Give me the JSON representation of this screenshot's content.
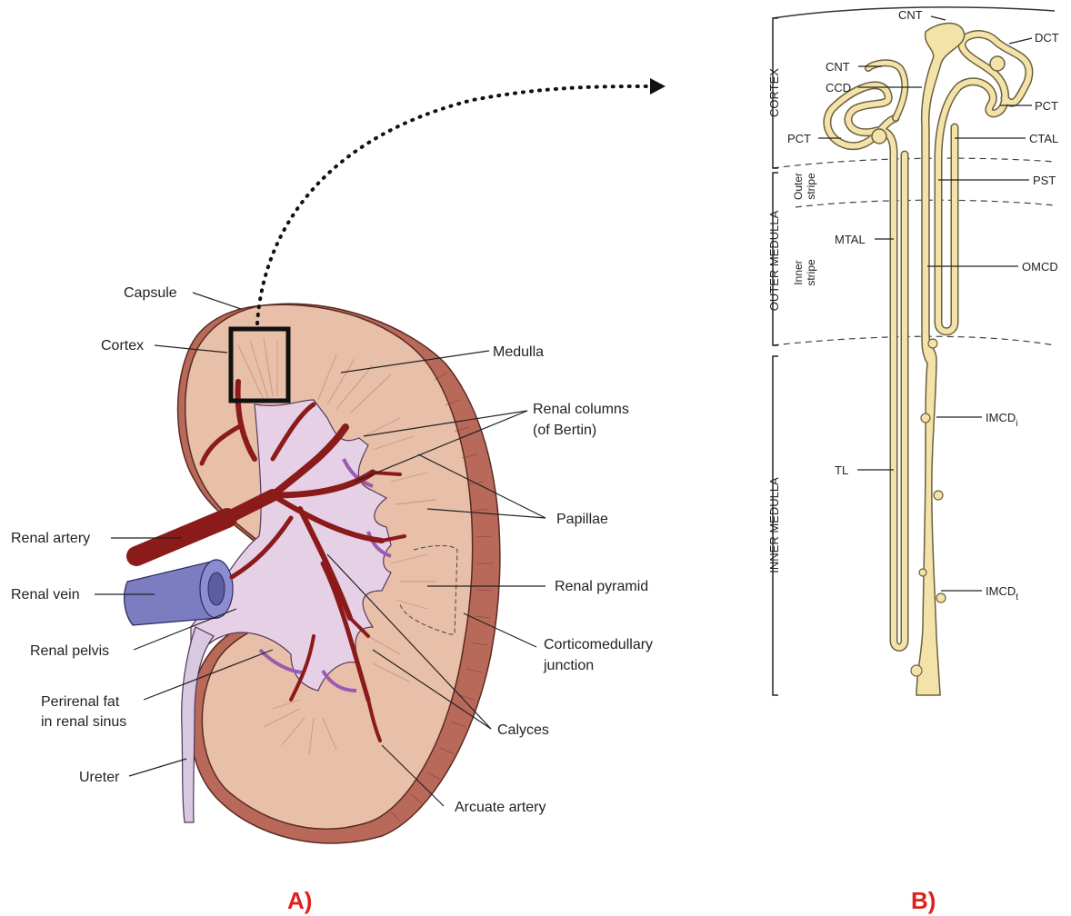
{
  "panel_a": {
    "panel_label": "A)",
    "labels": {
      "capsule": "Capsule",
      "cortex": "Cortex",
      "medulla": "Medulla",
      "renal_columns_1": "Renal columns",
      "renal_columns_2": "(of Bertin)",
      "papillae": "Papillae",
      "renal_pyramid": "Renal pyramid",
      "corticomedullary_1": "Corticomedullary",
      "corticomedullary_2": "junction",
      "calyces": "Calyces",
      "arcuate_artery": "Arcuate artery",
      "renal_artery": "Renal artery",
      "renal_vein": "Renal vein",
      "renal_pelvis": "Renal pelvis",
      "perirenal_fat_1": "Perirenal fat",
      "perirenal_fat_2": "in renal sinus",
      "ureter": "Ureter"
    }
  },
  "panel_b": {
    "panel_label": "B)",
    "zones": {
      "cortex": "CORTEX",
      "outer_medulla": "OUTER MEDULLA",
      "inner_medulla": "INNER MEDULLA",
      "outer_stripe_1": "Outer",
      "outer_stripe_2": "stripe",
      "inner_stripe_1": "Inner",
      "inner_stripe_2": "stripe"
    },
    "labels": {
      "cnt_top": "CNT",
      "dct": "DCT",
      "cnt_left": "CNT",
      "ccd": "CCD",
      "pct_right": "PCT",
      "pct_left": "PCT",
      "ctal": "CTAL",
      "pst": "PST",
      "mtal": "MTAL",
      "omcd": "OMCD",
      "imcd_i_base": "IMCD",
      "imcd_i_sub": "i",
      "tl": "TL",
      "imcd_t_base": "IMCD",
      "imcd_t_sub": "t"
    }
  },
  "colors": {
    "panel_label": "#e0201c",
    "kidney_cortex": "#e8bfa8",
    "kidney_rim": "#b8695a",
    "pelvis": "#e6d0e6",
    "artery": "#8b1a1a",
    "vein": "#7c7cc0",
    "tubule": "#f3e3a8",
    "tubule_edge": "#6b6040"
  }
}
